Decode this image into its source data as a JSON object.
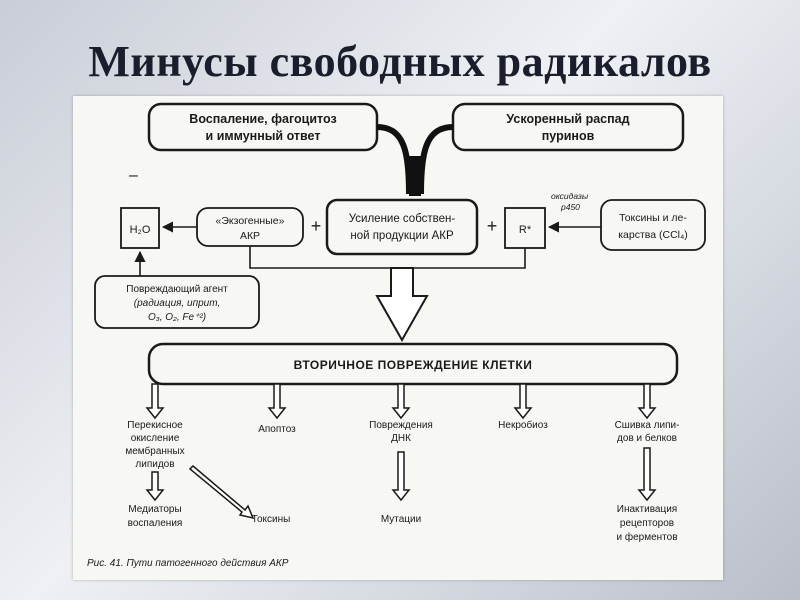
{
  "slide": {
    "title": "Минусы свободных радикалов"
  },
  "diagram": {
    "top_left": [
      "Воспаление, фагоцитоз",
      "и иммунный ответ"
    ],
    "top_right": [
      "Ускоренный распад",
      "пуринов"
    ],
    "dash_mark": "–",
    "h2o": "H₂O",
    "exo": [
      "«Экзогенные»",
      "АКР"
    ],
    "plus_left": "+",
    "center": [
      "Усиление собствен-",
      "ной продукции АКР"
    ],
    "plus_right": "+",
    "r_label": "R*",
    "oxidase": [
      "оксидазы",
      "p450"
    ],
    "toxins": [
      "Токсины и ле-",
      "карства (CCl₄)"
    ],
    "damaging": [
      "Повреждающий агент",
      "(радиация, иприт,",
      "O₃, O₂, Fe⁺²)"
    ],
    "secondary": "ВТОРИЧНОЕ ПОВРЕЖДЕНИЕ КЛЕТКИ",
    "outcomes": {
      "lipid": [
        "Перекисное",
        "окисление",
        "мембранных",
        "липидов"
      ],
      "apoptosis": "Апоптоз",
      "dna": [
        "Повреждения",
        "ДНК"
      ],
      "necrobiosis": "Некробиоз",
      "crosslink": [
        "Сшивка липи-",
        "дов и белков"
      ]
    },
    "consequences": {
      "mediators": [
        "Медиаторы",
        "воспаления"
      ],
      "toxins": "Токсины",
      "mutations": "Мутации",
      "inactivation": [
        "Инактивация",
        "рецепторов",
        "и ферментов"
      ]
    },
    "caption": "Рис. 41. Пути патогенного действия АКР"
  }
}
